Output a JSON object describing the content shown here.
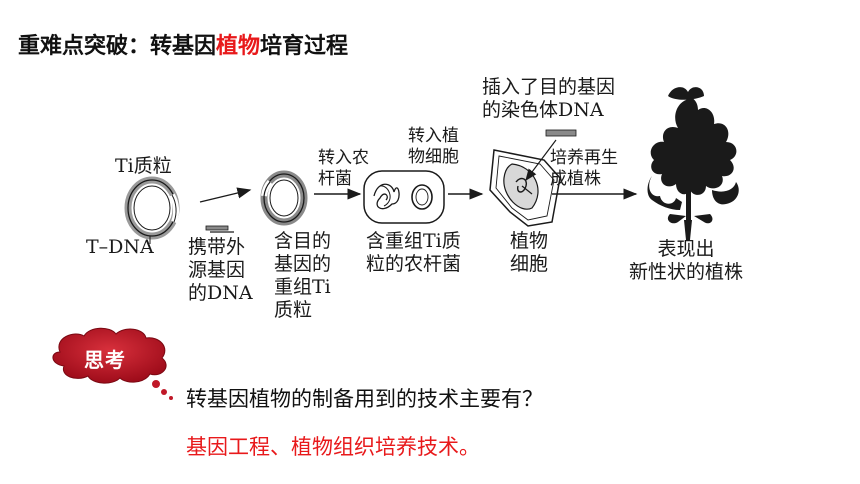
{
  "title": {
    "prefix": "重难点突破：转基因",
    "highlight": "植物",
    "suffix": "培育过程"
  },
  "colors": {
    "accent_red": "#e8191b",
    "cloud_red": "#b0101e",
    "diagram_ink": "#1a1a1a"
  },
  "diagram": {
    "ti_plasmid": "Ti质粒",
    "t_dna": "T–DNA",
    "foreign_dna": [
      "携带外",
      "源基因",
      "的DNA"
    ],
    "recombinant_plasmid": [
      "含目的",
      "基因的",
      "重组Ti",
      "质粒"
    ],
    "step_agro": [
      "转入农",
      "杆菌"
    ],
    "agro_with_plasmid": [
      "含重组Ti质",
      "粒的农杆菌"
    ],
    "step_cell": [
      "转入植",
      "物细胞"
    ],
    "plant_cell": [
      "植物",
      "细胞"
    ],
    "inserted_dna": [
      "插入了目的基因",
      "的染色体DNA"
    ],
    "step_culture": [
      "培养再生",
      "成植株"
    ],
    "result": [
      "表现出",
      "新性状的植株"
    ]
  },
  "think": {
    "label": "思考",
    "question": "转基因植物的制备用到的技术主要有？",
    "answer": "基因工程、植物组织培养技术。"
  }
}
